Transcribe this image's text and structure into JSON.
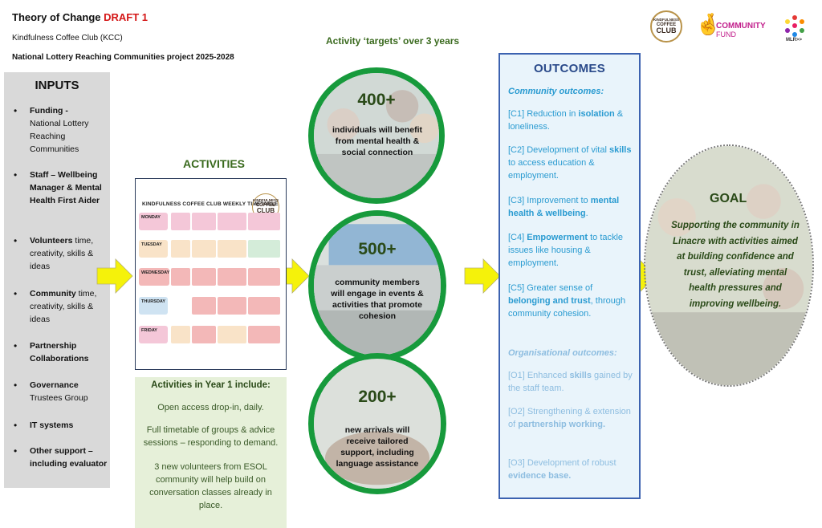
{
  "header": {
    "title": "Theory of Change",
    "draft": "DRAFT 1",
    "org": "Kindfulness Coffee Club (KCC)",
    "project": "National Lottery Reaching Communities project 2025-2028"
  },
  "logos": {
    "kcc_line1": "KINDFULNESS",
    "kcc_line2": "COFFEE",
    "kcc_line3": "CLUB",
    "cf_line1": "COMMUNITY",
    "cf_line2": "FUND",
    "mlr": "MLR>>"
  },
  "targets_heading": "Activity ‘targets’ over 3 years",
  "inputs": {
    "title": "INPUTS",
    "items": [
      {
        "bold": "Funding -",
        "rest": "National Lottery Reaching Communities"
      },
      {
        "bold": "Staff – Wellbeing Manager & Mental Health First Aider",
        "rest": ""
      },
      {
        "bold": "Volunteers",
        "rest": " time, creativity, skills & ideas"
      },
      {
        "bold": "Community",
        "rest": " time, creativity, skills & ideas"
      },
      {
        "bold": "Partnership Collaborations",
        "rest": ""
      },
      {
        "bold": "Governance",
        "rest": "Trustees Group"
      },
      {
        "bold": "IT systems",
        "rest": ""
      },
      {
        "bold": "Other support – including evaluator",
        "rest": ""
      }
    ]
  },
  "activities": {
    "title": "ACTIVITIES",
    "timetable_title": "KINDFULNESS COFFEE CLUB WEEKLY TIMETABLE",
    "days": [
      "MONDAY",
      "TUESDAY",
      "WEDNESDAY",
      "THURSDAY",
      "FRIDAY"
    ],
    "year1_heading": "Activities in Year 1 include:",
    "year1_items": [
      "Open access drop-in, daily.",
      "Full timetable of groups & advice sessions – responding to demand.",
      "3 new volunteers from ESOL community will help build on conversation classes already in place."
    ]
  },
  "targets": [
    {
      "number": "400+",
      "caption": "individuals will benefit from mental health & social connection"
    },
    {
      "number": "500+",
      "caption": "community members will engage in events & activities that promote cohesion"
    },
    {
      "number": "200+",
      "caption": "new arrivals will receive tailored support, including language assistance"
    }
  ],
  "outcomes": {
    "title": "OUTCOMES",
    "community_heading": "Community outcomes:",
    "c1": {
      "a": "[C1] Reduction in ",
      "b": "isolation",
      "c": " & loneliness."
    },
    "c2": {
      "a": "[C2] Development of vital ",
      "b": "skills",
      "c": " to access education & employment."
    },
    "c3": {
      "a": "[C3] Improvement to ",
      "b": "mental health & wellbeing",
      "c": "."
    },
    "c4": {
      "a": "[C4] ",
      "b": "Empowerment",
      "c": " to tackle issues like housing & employment."
    },
    "c5": {
      "a": "[C5] Greater sense of ",
      "b": "belonging and trust",
      "c": ", through community cohesion."
    },
    "org_heading": "Organisational outcomes:",
    "o1": {
      "a": "[O1] Enhanced ",
      "b": "skills",
      "c": " gained by the staff team."
    },
    "o2": {
      "a": "[O2] Strengthening & extension of ",
      "b": "partnership working.",
      "c": ""
    },
    "o3": {
      "a": "[O3] Development of robust ",
      "b": "evidence base.",
      "c": ""
    }
  },
  "goal": {
    "title": "GOAL",
    "text": "Supporting the community in Linacre with activities aimed at building confidence and trust, alleviating mental health pressures and improving wellbeing."
  },
  "colors": {
    "green_text": "#3a6a1e",
    "circle_border": "#179a3c",
    "outcome_blue": "#2a9bd1",
    "outcome_border": "#3c62b0",
    "arrow_yellow": "#f5f20a",
    "draft_red": "#d41616"
  }
}
